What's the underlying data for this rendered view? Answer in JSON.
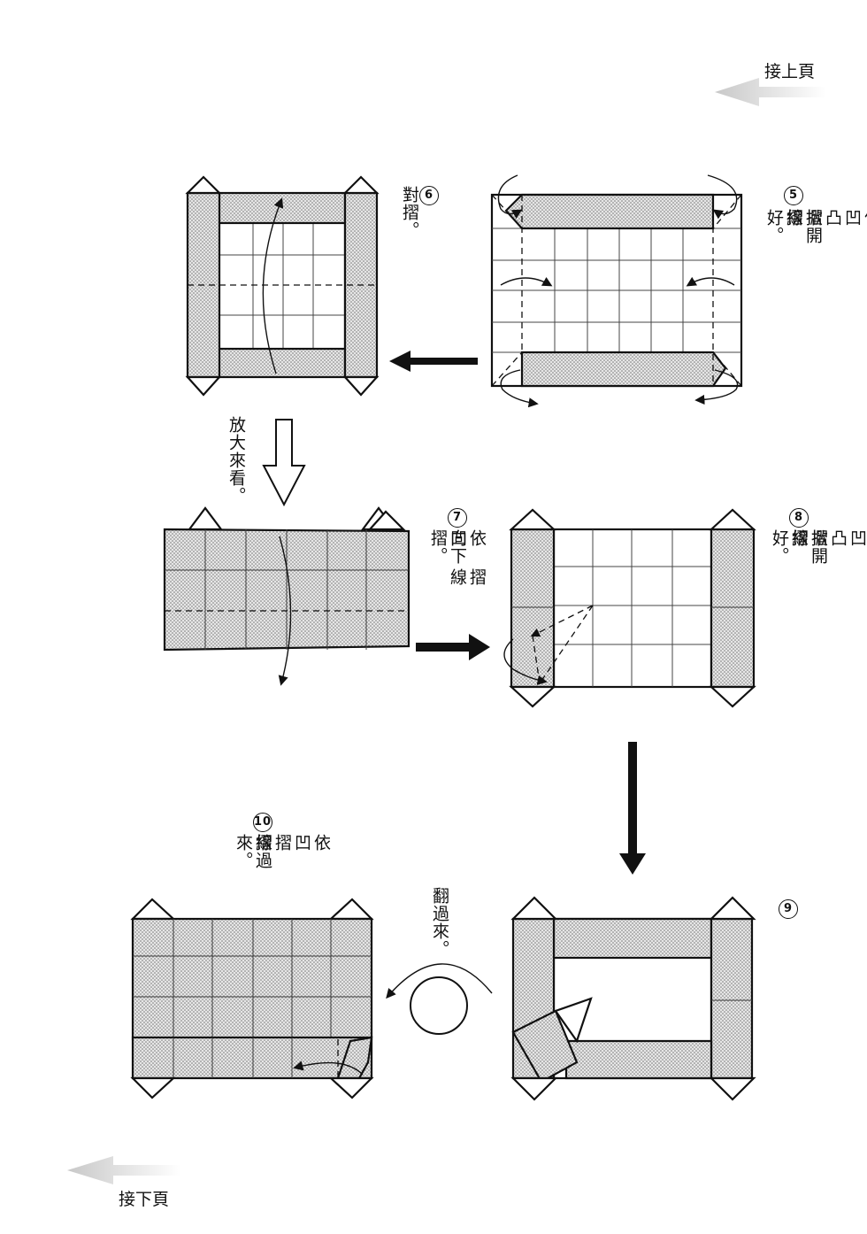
{
  "nav": {
    "prev_page": "接上頁",
    "next_page": "接下頁"
  },
  "steps": [
    {
      "num": "5",
      "col1": "依凹凸摺線",
      "col2": "掀開摺好。"
    },
    {
      "num": "6",
      "col1": "對摺。"
    },
    {
      "num": "7",
      "col1": "依凹",
      "col1b": "摺線",
      "col2": "向下摺。"
    },
    {
      "num": "8",
      "col1": "依凹凸摺線",
      "col2": "掀開摺好。"
    },
    {
      "num": "9"
    },
    {
      "num": "10",
      "col1": "依凹摺線",
      "col2": "摺過來。"
    }
  ],
  "notes": {
    "zoom": "放大來看。",
    "flip": "翻過來。"
  },
  "colors": {
    "ink": "#111111",
    "paper": "#ffffff",
    "screen_tone": "#d9d9d9"
  }
}
